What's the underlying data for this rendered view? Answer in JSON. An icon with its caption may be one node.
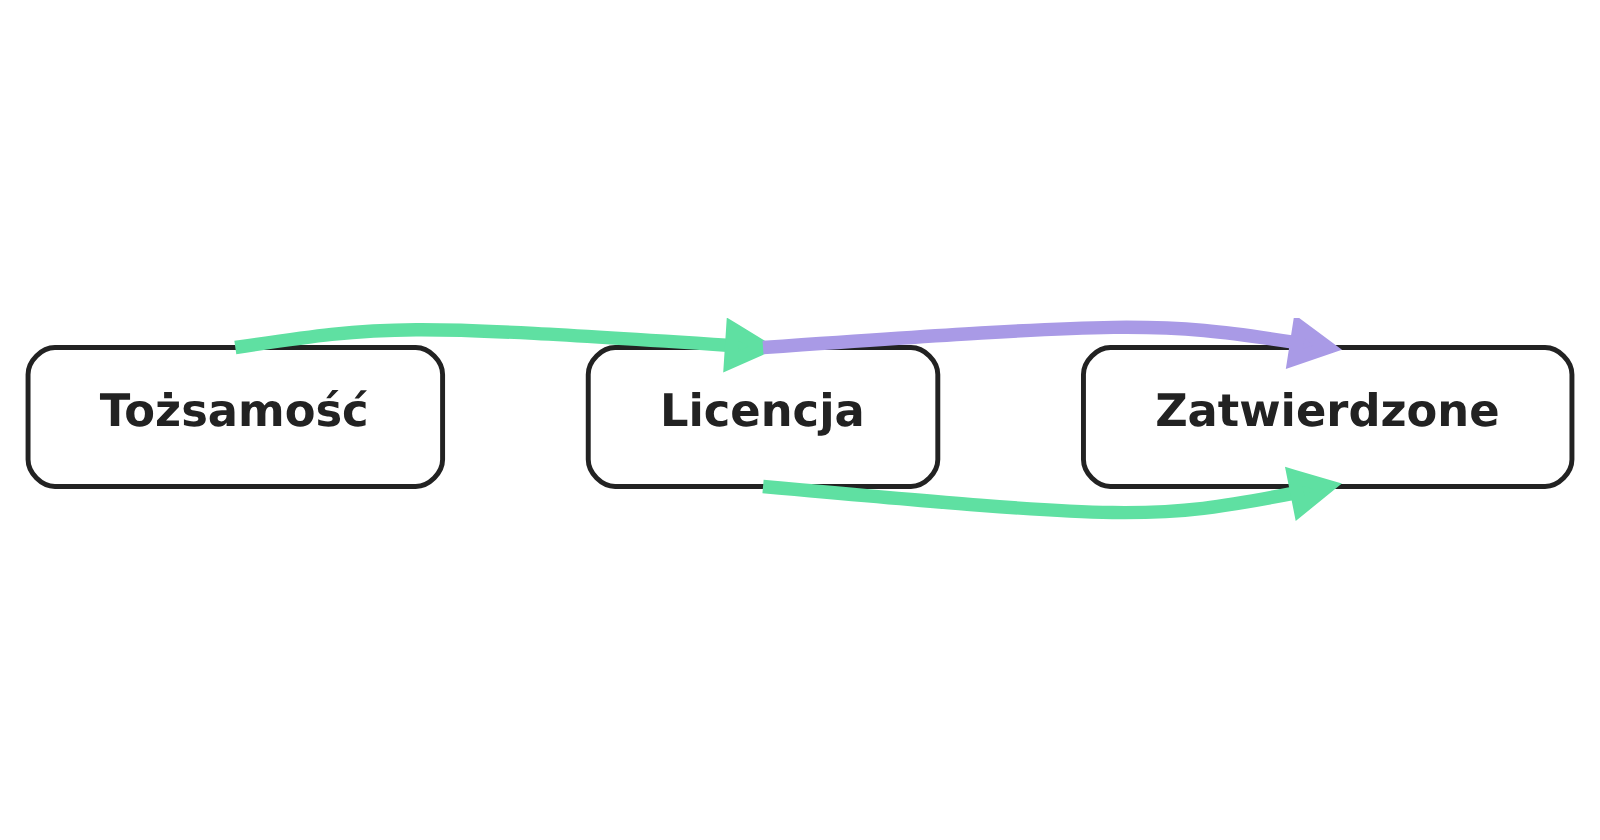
{
  "diagram": {
    "nodes": [
      {
        "text": [
          "Tożsamość"
        ]
      },
      {
        "text": [
          "Licencja"
        ]
      },
      {
        "text": [
          "Zatwierdzone"
        ]
      }
    ],
    "edges": [
      {
        "from": 0,
        "to": 1,
        "arrow": "to"
      },
      {
        "from": 1,
        "to": 2,
        "arrow": "to",
        "color": "#a99ae6"
      },
      {
        "from": 1,
        "to": 2,
        "arrow": "to"
      }
    ]
  }
}
